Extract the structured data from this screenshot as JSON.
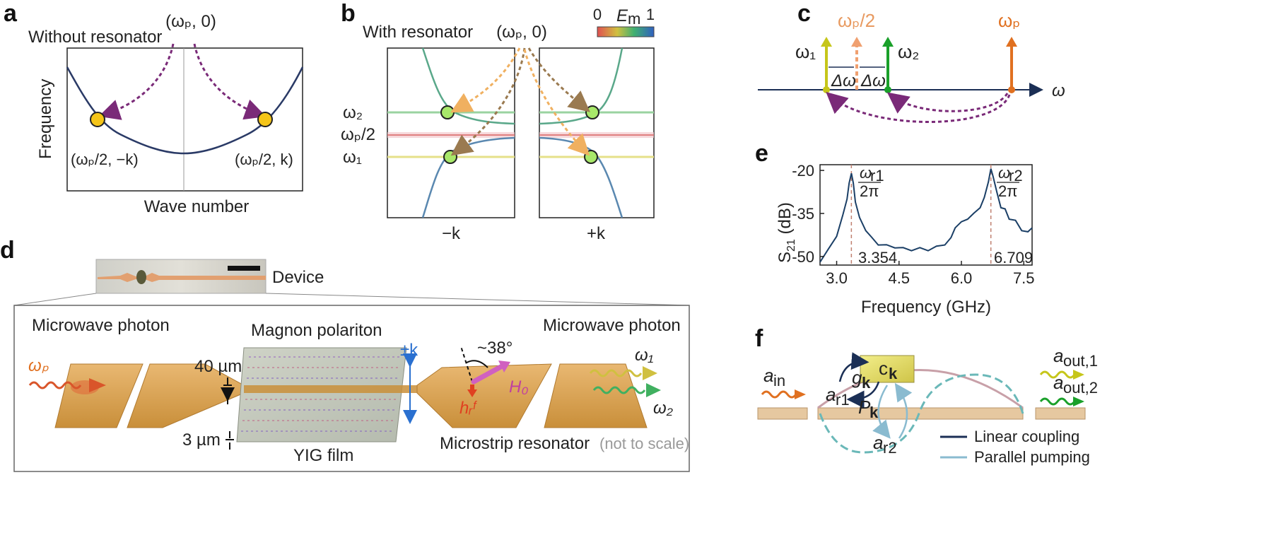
{
  "panels": {
    "a": {
      "label": "a",
      "title": "Without resonator",
      "pump": "(ωₚ, 0)",
      "ylabel": "Frequency",
      "xlabel": "Wave number",
      "left_point": "(ωₚ/2, −k)",
      "right_point": "(ωₚ/2, k)"
    },
    "b": {
      "label": "b",
      "title": "With resonator",
      "pump": "(ωₚ, 0)",
      "colorbar_min": "0",
      "colorbar_max": "1",
      "colorbar_label": "E",
      "colorbar_sub": "m",
      "w2": "ω₂",
      "wp2": "ωₚ/2",
      "w1": "ω₁",
      "left_k": "−k",
      "right_k": "+k"
    },
    "c": {
      "label": "c",
      "w1": "ω₁",
      "w2": "ω₂",
      "wp2": "ωₚ/2",
      "wp": "ωₚ",
      "dw": "Δω",
      "axis": "ω",
      "colors": {
        "w1": "#c6c61a",
        "w2": "#1aa02a",
        "wp2": "#f0a070",
        "wp": "#e07020"
      }
    },
    "d": {
      "label": "d",
      "device": "Device",
      "left_photon": "Microwave photon",
      "right_photon": "Microwave photon",
      "polariton": "Magnon polariton",
      "wp": "ωₚ",
      "w1": "ω₁",
      "w2": "ω₂",
      "gap1": "40 µm",
      "gap2": "3 µm",
      "yig": "YIG film",
      "angle": "~38°",
      "k": "±k",
      "h0": "H₀",
      "hrf": "hᵣᶠ",
      "resonator": "Microstrip resonator",
      "scale_note": "(not to scale)"
    },
    "e": {
      "label": "e",
      "peak1": "3.354",
      "peak2": "6.709",
      "r1_num": "ω",
      "r1_sub": "r1",
      "r2_num": "ω",
      "r2_sub": "r2",
      "den": "2π"
    },
    "f": {
      "label": "f",
      "ain": "a",
      "ain_sub": "in",
      "aout1": "a",
      "aout1_sub": "out,1",
      "aout2": "a",
      "aout2_sub": "out,2",
      "ck": "c",
      "ck_sub": "k",
      "gk": "g",
      "gk_sub": "k",
      "pk": "P",
      "pk_sub": "k",
      "ar1": "a",
      "ar1_sub": "r1",
      "ar2": "a",
      "ar2_sub": "r2",
      "legend_linear": "Linear coupling",
      "legend_parallel": "Parallel pumping"
    }
  },
  "chart_data": {
    "type": "line",
    "xlabel": "Frequency (GHz)",
    "ylabel": "S21 (dB)",
    "xlim": [
      2.6,
      7.7
    ],
    "ylim": [
      -53,
      -18
    ],
    "xticks": [
      "3.0",
      "4.5",
      "6.0",
      "7.5"
    ],
    "xtick_values": [
      3.0,
      4.5,
      6.0,
      7.5
    ],
    "yticks": [
      "-20",
      "-35",
      "-50"
    ],
    "ytick_values": [
      -20,
      -35,
      -50
    ],
    "vlines": [
      3.354,
      6.709
    ],
    "series": [
      {
        "x": [
          2.6,
          2.8,
          3.0,
          3.15,
          3.25,
          3.3,
          3.354,
          3.4,
          3.45,
          3.55,
          3.7,
          3.85,
          4.0,
          4.2,
          4.4,
          4.6,
          4.8,
          5.0,
          5.2,
          5.4,
          5.6,
          5.75,
          5.85,
          6.0,
          6.15,
          6.3,
          6.45,
          6.55,
          6.65,
          6.709,
          6.76,
          6.85,
          6.95,
          7.05,
          7.15,
          7.3,
          7.45,
          7.6,
          7.7
        ],
        "y": [
          -52,
          -48,
          -43,
          -36,
          -30,
          -25,
          -21,
          -25,
          -31,
          -37,
          -41,
          -44,
          -46,
          -46.5,
          -47,
          -47.5,
          -48,
          -47.5,
          -48,
          -47,
          -46,
          -44,
          -40,
          -38.5,
          -37,
          -35.5,
          -33,
          -30,
          -24,
          -20,
          -22,
          -28,
          -33,
          -34,
          -37,
          -38,
          -41,
          -42,
          -40
        ]
      }
    ]
  }
}
